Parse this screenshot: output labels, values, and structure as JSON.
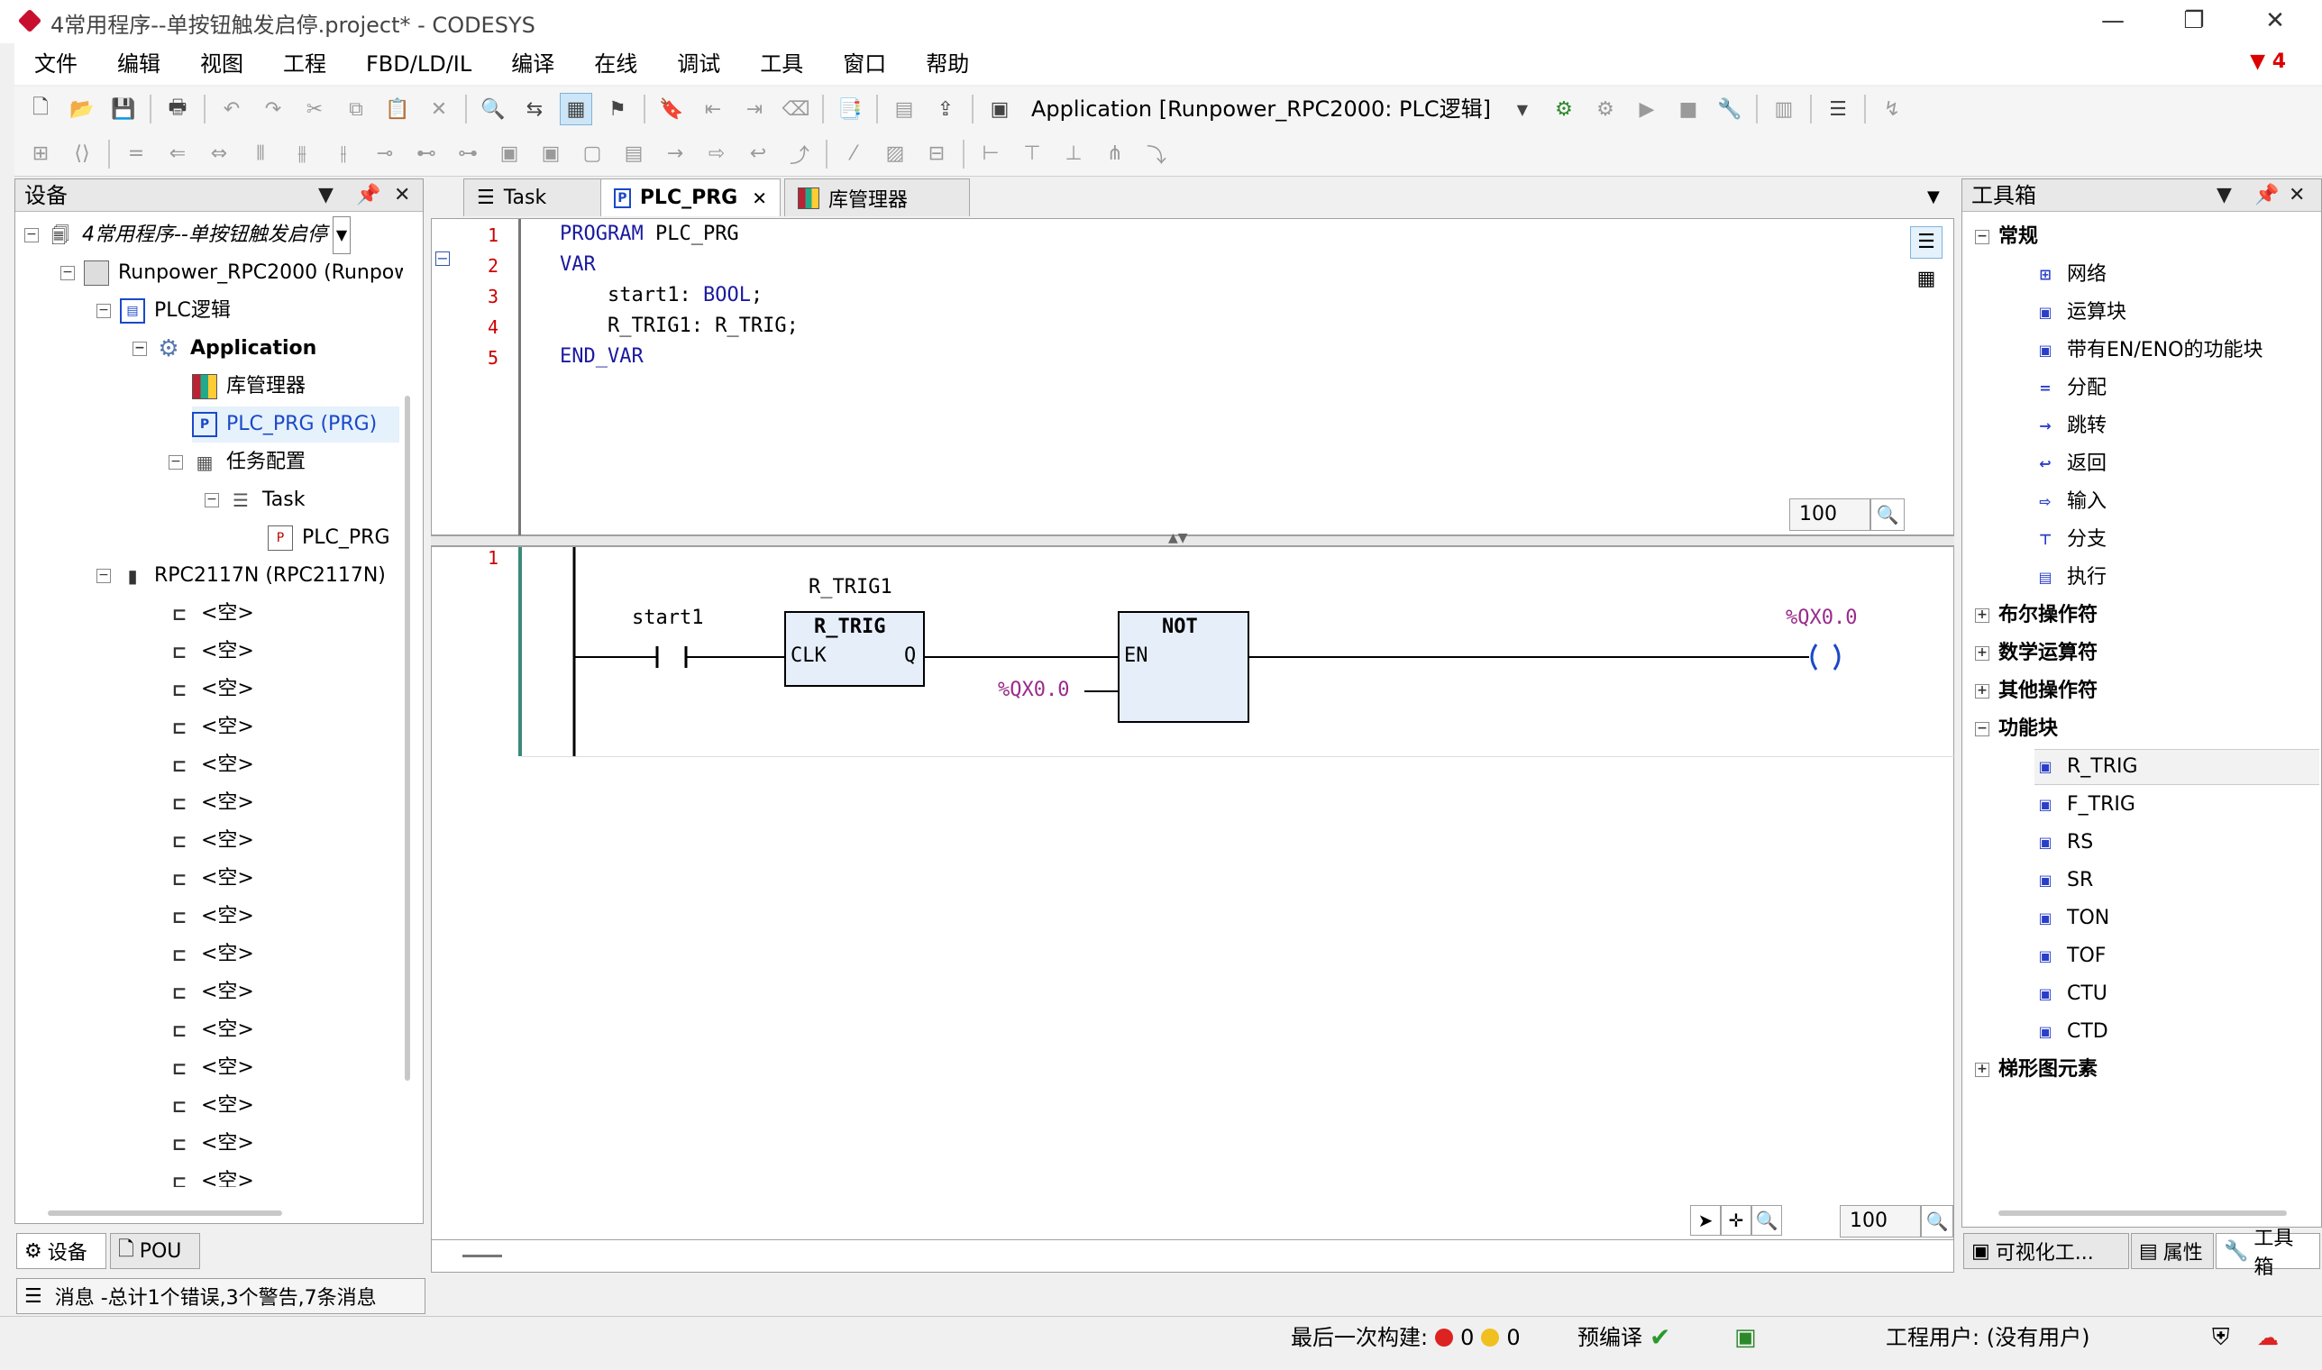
{
  "window": {
    "title": "4常用程序--单按钮触发启停.project* - CODESYS",
    "error_count": "4"
  },
  "menu": [
    "文件",
    "编辑",
    "视图",
    "工程",
    "FBD/LD/IL",
    "编译",
    "在线",
    "调试",
    "工具",
    "窗口",
    "帮助"
  ],
  "toolbar": {
    "application_selector": "Application [Runpower_RPC2000: PLC逻辑]"
  },
  "devices_panel": {
    "title": "设备",
    "tree": {
      "root": "4常用程序--单按钮触发启停",
      "device": "Runpower_RPC2000 (Runpow",
      "plc_logic": "PLC逻辑",
      "application": "Application",
      "library_manager": "库管理器",
      "plc_prg": "PLC_PRG (PRG)",
      "task_config": "任务配置",
      "task": "Task",
      "task_prg": "PLC_PRG",
      "io_module": "RPC2117N (RPC2117N)",
      "empty_slot_label": "<空>"
    },
    "tabs": [
      "设备",
      "POU"
    ]
  },
  "editor": {
    "tabs": [
      "Task",
      "PLC_PRG",
      "库管理器"
    ],
    "declaration": {
      "line_numbers": [
        "1",
        "2",
        "3",
        "4",
        "5"
      ],
      "lines": [
        {
          "kw": "PROGRAM",
          "rest": " PLC_PRG"
        },
        {
          "kw": "VAR",
          "rest": ""
        },
        {
          "kw": "",
          "rest": "    start1: ",
          "kw2": "BOOL",
          "tail": ";"
        },
        {
          "kw": "",
          "rest": "    R_TRIG1: R_TRIG;"
        },
        {
          "kw": "END_VAR",
          "rest": ""
        }
      ],
      "zoom": "100 %"
    },
    "network": {
      "number": "1",
      "contact_var": "start1",
      "fb_instance": "R_TRIG1",
      "fb_type": "R_TRIG",
      "fb_input": "CLK",
      "fb_output": "Q",
      "not_block": "NOT",
      "not_input": "EN",
      "not_extra_input": "%QX0.0",
      "coil_var": "%QX0.0"
    },
    "zoom": "100 %"
  },
  "toolbox": {
    "title": "工具箱",
    "categories": [
      {
        "name": "常规",
        "expanded": true,
        "items": [
          "网络",
          "运算块",
          "带有EN/ENO的功能块",
          "分配",
          "跳转",
          "返回",
          "输入",
          "分支",
          "执行"
        ]
      },
      {
        "name": "布尔操作符",
        "expanded": false,
        "items": []
      },
      {
        "name": "数学运算符",
        "expanded": false,
        "items": []
      },
      {
        "name": "其他操作符",
        "expanded": false,
        "items": []
      },
      {
        "name": "功能块",
        "expanded": true,
        "items": [
          "R_TRIG",
          "F_TRIG",
          "RS",
          "SR",
          "TON",
          "TOF",
          "CTU",
          "CTD"
        ]
      },
      {
        "name": "梯形图元素",
        "expanded": false,
        "items": []
      }
    ],
    "bottom_tabs": [
      "可视化工...",
      "属性",
      "工具箱"
    ]
  },
  "messages": {
    "label": "消息 -总计1个错误,3个警告,7条消息"
  },
  "status": {
    "last_build_label": "最后一次构建:",
    "errors": "0",
    "warnings": "0",
    "precompile": "预编译",
    "project_user": "工程用户: (没有用户)"
  }
}
